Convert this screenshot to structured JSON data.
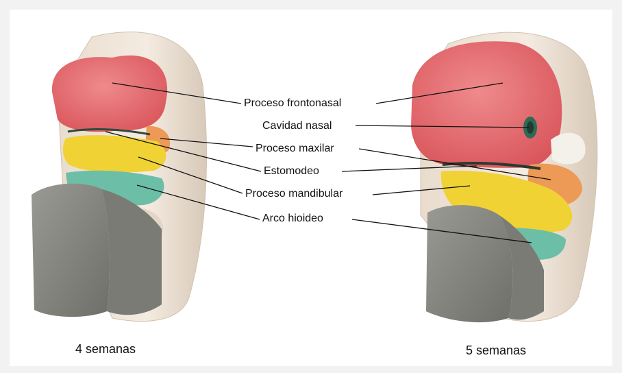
{
  "labels": {
    "frontonasal": "Proceso frontonasal",
    "cavidad": "Cavidad nasal",
    "maxilar": "Proceso maxilar",
    "estomodeo": "Estomodeo",
    "mandibular": "Proceso mandibular",
    "hioideo": "Arco hioideo"
  },
  "captions": {
    "left": "4 semanas",
    "right": "5 semanas"
  },
  "colors": {
    "frontonasal": "#e46a6e",
    "maxilar": "#ec9a55",
    "mandibular": "#f0d234",
    "hioideo": "#6cbfa6",
    "base": "#8a8a84",
    "body": "#efe4d7",
    "cavity": "#2f6a54"
  }
}
